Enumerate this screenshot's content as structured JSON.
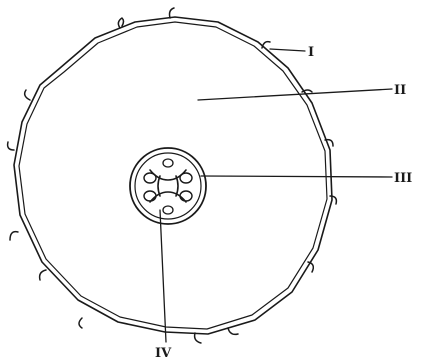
{
  "labels": {
    "i": "I",
    "ii": "II",
    "iii": "III",
    "iv": "IV"
  },
  "colors": {
    "ink": "#1a1a1a",
    "background": "#ffffff"
  }
}
